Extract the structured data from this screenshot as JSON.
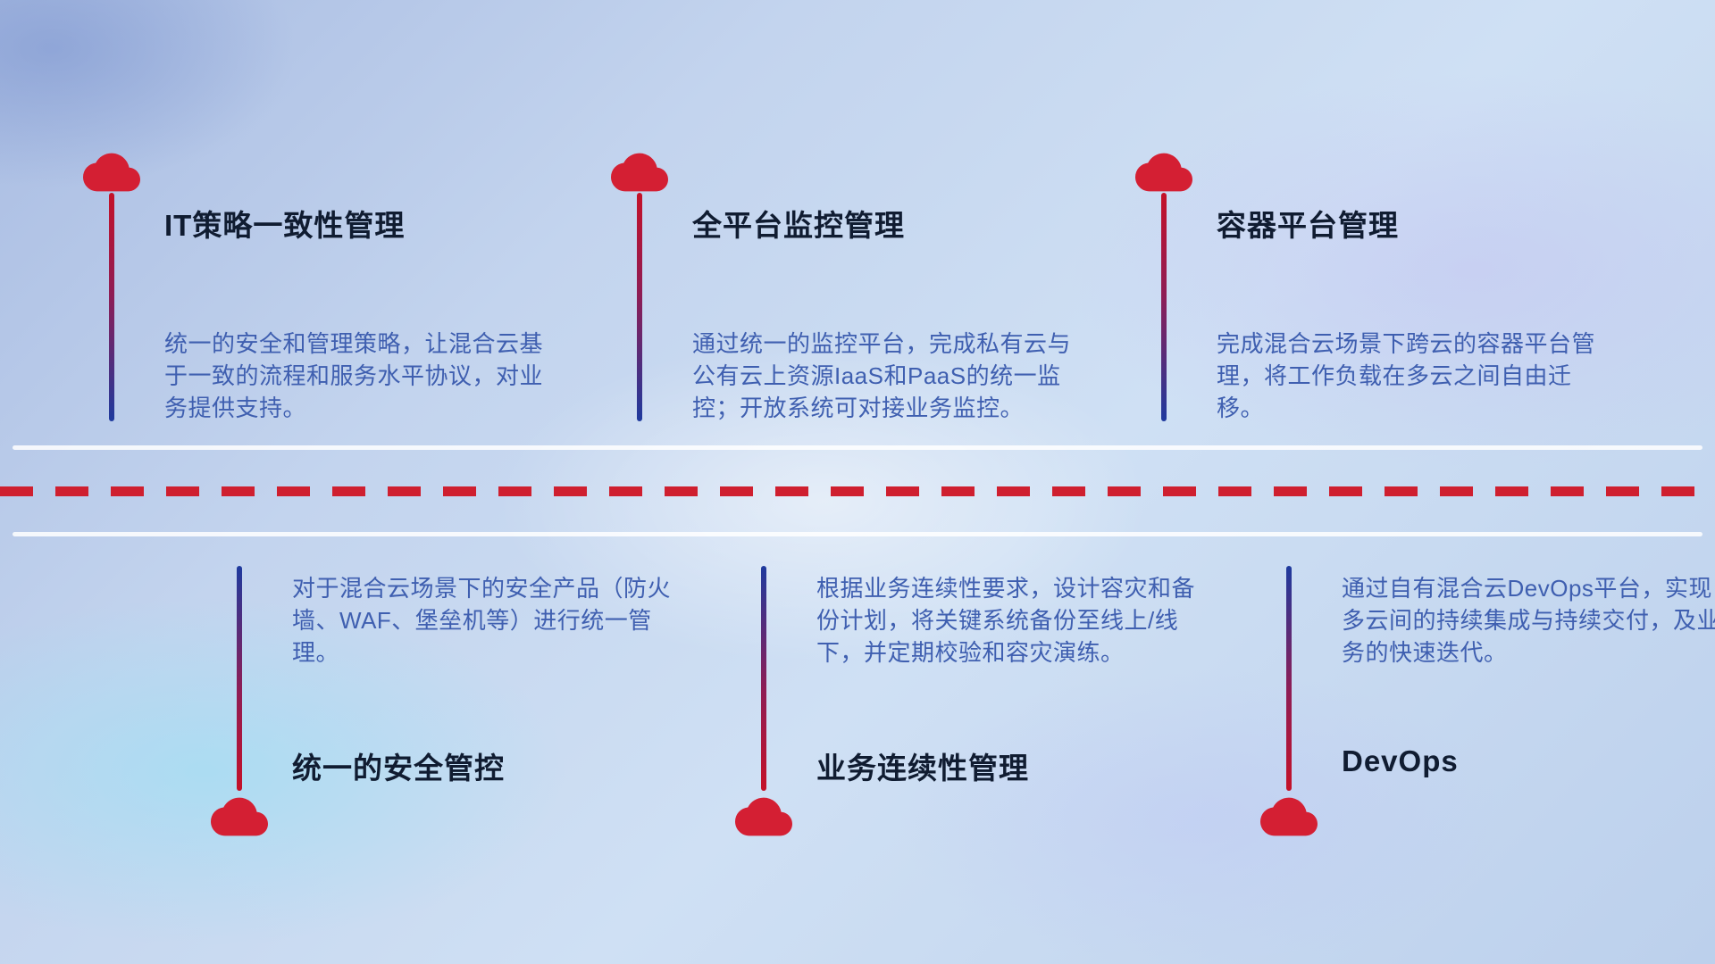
{
  "top_items": [
    {
      "title": "IT策略一致性管理",
      "description": "统一的安全和管理策略，让混合云基于一致的流程和服务水平协议，对业务提供支持。"
    },
    {
      "title": "全平台监控管理",
      "description": "通过统一的监控平台，完成私有云与公有云上资源IaaS和PaaS的统一监控；开放系统可对接业务监控。"
    },
    {
      "title": "容器平台管理",
      "description": "完成混合云场景下跨云的容器平台管理，将工作负载在多云之间自由迁移。"
    }
  ],
  "bottom_items": [
    {
      "title": "统一的安全管控",
      "description": "对于混合云场景下的安全产品（防火墙、WAF、堡垒机等）进行统一管理。"
    },
    {
      "title": "业务连续性管理",
      "description": "根据业务连续性要求，设计容灾和备份计划，将关键系统备份至线上/线下，并定期校验和容灾演练。"
    },
    {
      "title": "DevOps",
      "description": "通过自有混合云DevOps平台，实现多云间的持续集成与持续交付，及业务的快速迭代。"
    }
  ],
  "colors": {
    "cloud_red": "#d41f33",
    "dash_red": "#cf1f2f",
    "title_navy": "#101c31",
    "description_blue": "#3f5fb0",
    "stem_gradient_red": "#c51128",
    "stem_gradient_blue": "#1e3a9e",
    "divider_white": "#ffffff"
  }
}
